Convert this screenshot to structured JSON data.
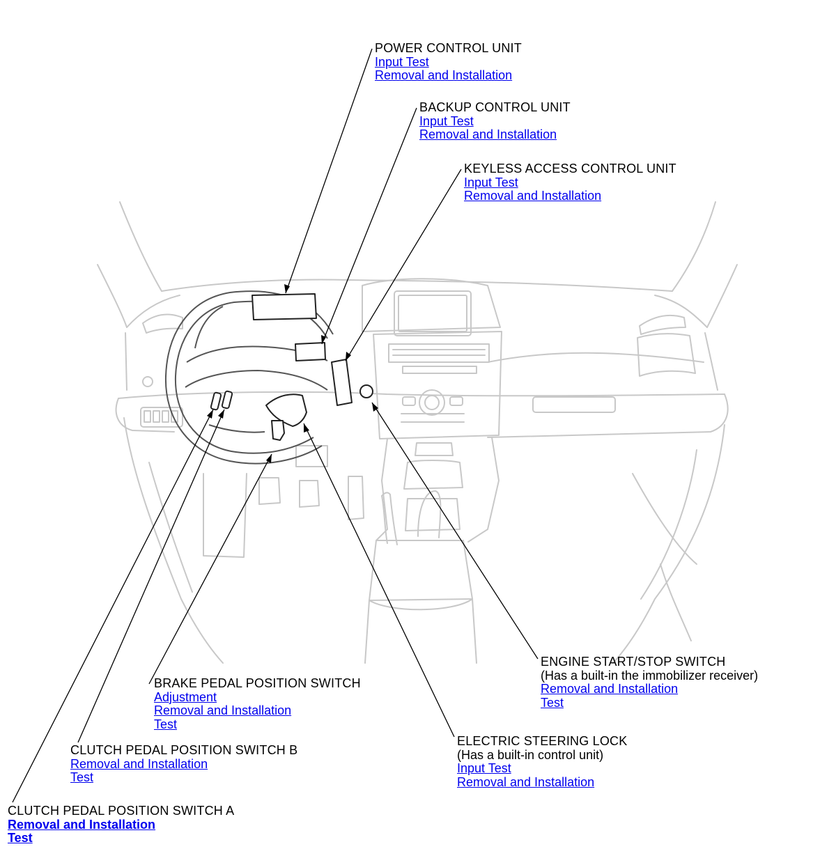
{
  "colors": {
    "link": "#0000ee",
    "text": "#000000",
    "line": "#000000",
    "car_line": "#c8c8c8"
  },
  "components": [
    {
      "id": "power-control-unit",
      "title": "POWER CONTROL UNIT",
      "subtitle": "",
      "links": [
        "Input Test",
        "Removal and Installation"
      ]
    },
    {
      "id": "backup-control-unit",
      "title": "BACKUP CONTROL UNIT",
      "subtitle": "",
      "links": [
        "Input Test",
        "Removal and Installation"
      ]
    },
    {
      "id": "keyless-access-control-unit",
      "title": "KEYLESS ACCESS CONTROL UNIT",
      "subtitle": "",
      "links": [
        "Input Test",
        "Removal and Installation"
      ]
    },
    {
      "id": "engine-start-stop-switch",
      "title": "ENGINE START/STOP SWITCH",
      "subtitle": "(Has a built-in the immobilizer receiver)",
      "links": [
        "Removal and Installation",
        "Test"
      ]
    },
    {
      "id": "brake-pedal-position-switch",
      "title": "BRAKE PEDAL POSITION SWITCH",
      "subtitle": "",
      "links": [
        "Adjustment",
        "Removal and Installation",
        "Test"
      ]
    },
    {
      "id": "electric-steering-lock",
      "title": "ELECTRIC STEERING LOCK",
      "subtitle": "(Has a built-in control unit)",
      "links": [
        "Input Test",
        "Removal and Installation"
      ]
    },
    {
      "id": "clutch-pedal-position-switch-b",
      "title": "CLUTCH PEDAL POSITION SWITCH B",
      "subtitle": "",
      "links": [
        "Removal and Installation",
        "Test"
      ]
    },
    {
      "id": "clutch-pedal-position-switch-a",
      "title": "CLUTCH PEDAL POSITION SWITCH A",
      "subtitle": "",
      "links": [
        "Removal and Installation",
        "Test"
      ]
    }
  ]
}
